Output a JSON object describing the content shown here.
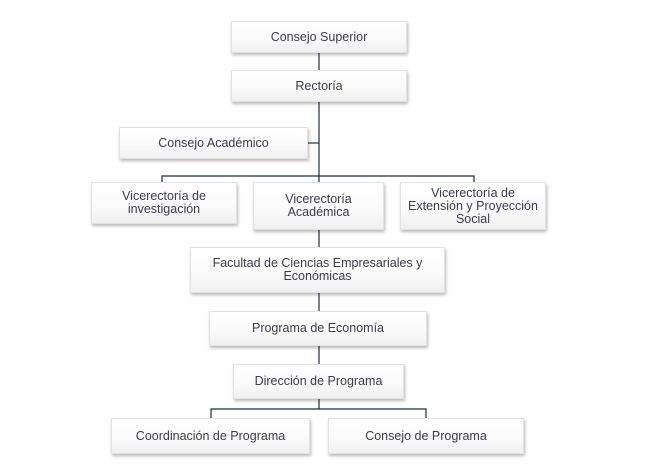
{
  "nodes": {
    "consejo_superior": "Consejo Superior",
    "rectoria": "Rectoría",
    "consejo_academico": "Consejo Académico",
    "vicerrectoria_investigacion": "Vicerectoría de investigación",
    "vicerrectoria_academica": "Vicerectoría Académica",
    "vicerrectoria_extension": "Vicerectoría de Extensión y Proyección Social",
    "facultad": "Facultad de Ciencias Empresariales y Económicas",
    "programa_economia": "Programa de Economía",
    "direccion_programa": "Dirección de Programa",
    "coordinacion_programa": "Coordinación de Programa",
    "consejo_programa": "Consejo de Programa"
  },
  "colors": {
    "connector": "#1f2d3d",
    "node_text": "#3c3c4a",
    "node_border": "#e2e2e2"
  }
}
